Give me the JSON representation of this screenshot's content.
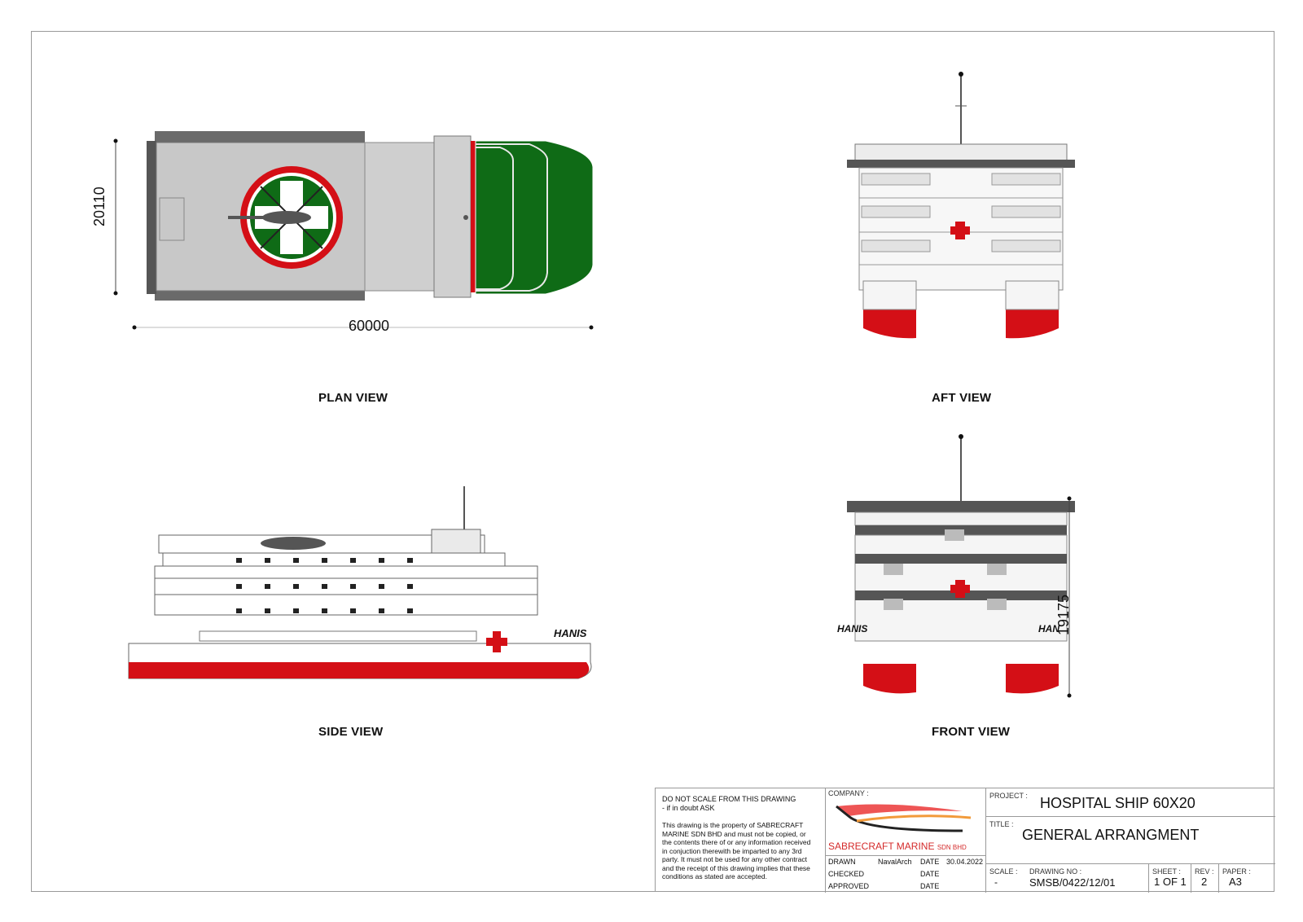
{
  "colors": {
    "hull_red": "#d40f16",
    "cross_red": "#d40f16",
    "deck_grey": "#c8c8c8",
    "bow_green": "#0f6b16",
    "logo_red": "#d42a2a"
  },
  "views": {
    "plan": {
      "label": "PLAN VIEW",
      "dim_length": "60000",
      "dim_beam": "20110"
    },
    "aft": {
      "label": "AFT VIEW"
    },
    "side": {
      "label": "SIDE VIEW",
      "ship_name": "HANIS"
    },
    "front": {
      "label": "FRONT VIEW",
      "dim_height": "19175",
      "name_left": "HANIS",
      "name_right": "HAN"
    }
  },
  "titleblock": {
    "warning_line1": "DO NOT SCALE FROM THIS DRAWING",
    "warning_line2": "- if in doubt ASK",
    "notice": "This drawing is the property of SABRECRAFT MARINE SDN BHD and must not be copied, or the contents there of or any information received in conjuction therewith be imparted to any 3rd party. It must not be used for any other contract and the receipt of this drawing implies that these conditions as stated are accepted.",
    "company_label": "COMPANY :",
    "company_name": "SABRECRAFT MARINE",
    "company_suffix": "SDN BHD",
    "drawn_label": "DRAWN",
    "drawn_by": "NavalArch",
    "checked_label": "CHECKED",
    "approved_label": "APPROVED",
    "date_label": "DATE",
    "drawn_date": "30.04.2022",
    "project_label": "PROJECT :",
    "project": "HOSPITAL SHIP 60X20",
    "title_label": "TITLE :",
    "title": "GENERAL ARRANGMENT",
    "scale_label": "SCALE :",
    "scale": "-",
    "drawing_no_label": "DRAWING NO :",
    "drawing_no": "SMSB/0422/12/01",
    "sheet_label": "SHEET :",
    "sheet": "1 OF 1",
    "rev_label": "REV :",
    "rev": "2",
    "paper_label": "PAPER :",
    "paper": "A3"
  }
}
